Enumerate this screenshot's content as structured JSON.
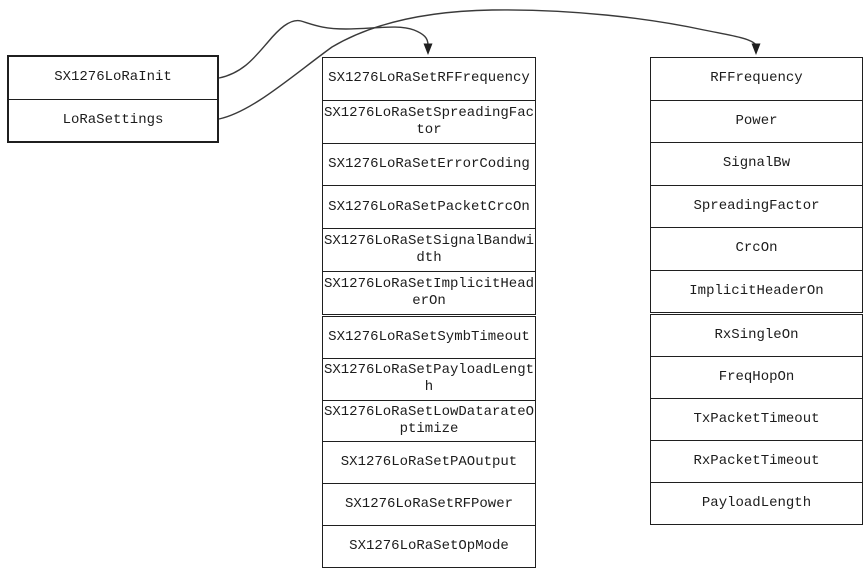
{
  "colors": {
    "background": "#ffffff",
    "border": "#1f1f1f",
    "line": "#3a3a3a",
    "text": "#1c1c1c"
  },
  "left_table": {
    "rows": [
      "SX1276LoRaInit",
      "LoRaSettings"
    ]
  },
  "middle_table": {
    "sections": [
      [
        "SX1276LoRaSetRFFrequency",
        "SX1276LoRaSetSpreadingFactor",
        "SX1276LoRaSetErrorCoding",
        "SX1276LoRaSetPacketCrcOn",
        "SX1276LoRaSetSignalBandwidth",
        "SX1276LoRaSetImplicitHeaderOn"
      ],
      [
        "SX1276LoRaSetSymbTimeout",
        "SX1276LoRaSetPayloadLength",
        "SX1276LoRaSetLowDatarateOptimize",
        "SX1276LoRaSetPAOutput",
        "SX1276LoRaSetRFPower",
        "SX1276LoRaSetOpMode"
      ]
    ]
  },
  "right_table": {
    "sections": [
      [
        "RFFrequency",
        "Power",
        "SignalBw",
        "SpreadingFactor",
        "CrcOn",
        "ImplicitHeaderOn"
      ],
      [
        "RxSingleOn",
        "FreqHopOn",
        "TxPacketTimeout",
        "RxPacketTimeout",
        "PayloadLength"
      ]
    ]
  },
  "connectors": [
    {
      "from": "SX1276LoRaInit",
      "to": "SX1276LoRaSetRFFrequency"
    },
    {
      "from": "LoRaSettings",
      "to": "RFFrequency"
    }
  ]
}
